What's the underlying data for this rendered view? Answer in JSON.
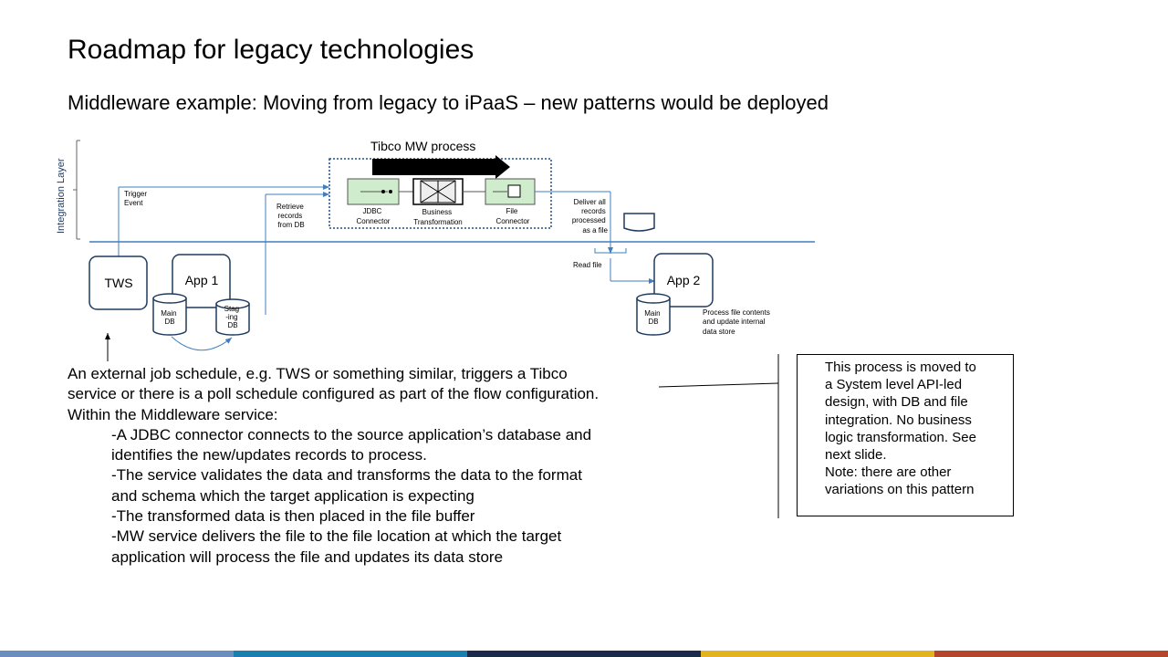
{
  "slide": {
    "title": "Roadmap for legacy technologies",
    "subtitle": "Middleware example: Moving from legacy to iPaaS – new patterns would be deployed"
  },
  "diagram": {
    "integration_layer_label": "Integration Layer",
    "process_label": "Tibco MW process",
    "trigger_event": [
      "Trigger",
      "Event"
    ],
    "retrieve_records": [
      "Retrieve",
      "records",
      "from DB"
    ],
    "jdbc_connector": [
      "JDBC",
      "Connector"
    ],
    "business_transformation": [
      "Business",
      "Transformation"
    ],
    "file_connector": [
      "File",
      "Connector"
    ],
    "deliver_records": [
      "Deliver all",
      "records",
      "processed",
      "as a file"
    ],
    "read_file": "Read file",
    "tws": "TWS",
    "app1": "App 1",
    "app2": "App 2",
    "main_db": [
      "Main",
      "DB"
    ],
    "staging_db": [
      "Stag",
      "-ing",
      "DB"
    ],
    "process_file_contents": [
      "Process file contents",
      "and update internal",
      "data store"
    ]
  },
  "description": {
    "intro": [
      "An external job schedule, e.g. TWS or something similar, triggers a Tibco",
      "service or there is a poll schedule configured as part of the flow configuration.",
      "Within the Middleware service:"
    ],
    "steps": [
      "-A JDBC connector connects to the source application’s database and",
      "identifies the new/updates records to process.",
      "-The service validates the data and transforms the data to the format",
      "and schema which the target application is expecting",
      "-The transformed data is then placed in the file buffer",
      "-MW service delivers the file to the file location at which the target",
      "application will process the file and updates its data store"
    ]
  },
  "callout": {
    "lines": [
      "This process is moved to",
      "a System level API-led",
      "design, with DB and file",
      "integration. No business",
      "logic transformation.  See",
      "next slide.",
      "Note:  there are other",
      "variations on this pattern"
    ]
  },
  "footer": {
    "stripe_colors": [
      "#6C8EBF",
      "#1A7FAF",
      "#1B2A4A",
      "#E3B31F",
      "#B5452B"
    ]
  }
}
